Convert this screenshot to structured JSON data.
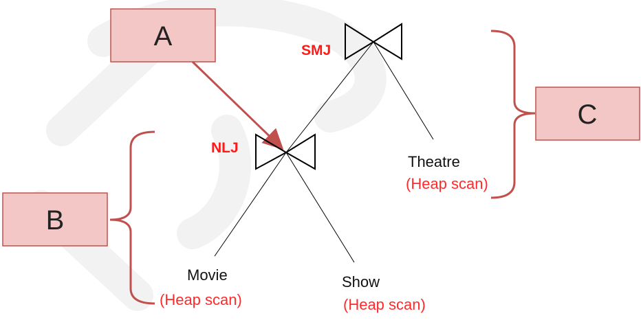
{
  "colors": {
    "box_fill": "#f4c7c7",
    "box_stroke": "#c0504d",
    "arrow": "#c0504d",
    "brace": "#c0504d",
    "join_label": "#ff1a1a",
    "access_label": "#ff2a2a",
    "line": "#000000",
    "watermark": "#f0f0f0"
  },
  "boxes": {
    "a": "A",
    "b": "B",
    "c": "C"
  },
  "joins": {
    "top": {
      "label": "SMJ",
      "icon": "bowtie-join-icon"
    },
    "bottom": {
      "label": "NLJ",
      "icon": "bowtie-join-icon"
    }
  },
  "tables": {
    "movie": {
      "name": "Movie",
      "access": "(Heap scan)"
    },
    "show": {
      "name": "Show",
      "access": "(Heap scan)"
    },
    "theatre": {
      "name": "Theatre",
      "access": "(Heap scan)"
    }
  }
}
